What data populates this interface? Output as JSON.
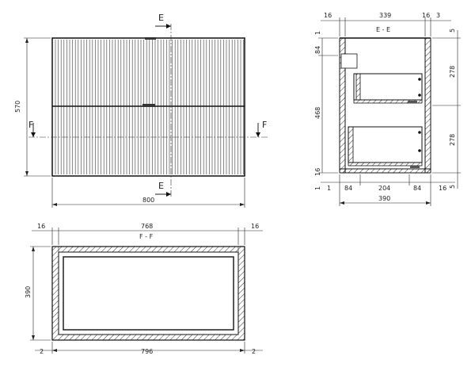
{
  "front_view": {
    "width_dim": "800",
    "height_dim": "570",
    "section_e_top": "E",
    "section_e_bottom": "E",
    "section_f_left": "F",
    "section_f_right": "F"
  },
  "side_section": {
    "title": "E - E",
    "top_dims": [
      "16",
      "339",
      "16",
      "3"
    ],
    "left_dims": [
      "1",
      "84",
      "468",
      "16",
      "1"
    ],
    "right_dims": [
      "5",
      "278",
      "278",
      "5"
    ],
    "bottom_dims": [
      "1",
      "84",
      "204",
      "84",
      "16"
    ],
    "total_depth": "390"
  },
  "plan_section": {
    "title": "F - F",
    "top_dims": [
      "16",
      "768",
      "16"
    ],
    "left_dim": "390",
    "bottom_dims": [
      "2",
      "796",
      "2"
    ]
  }
}
